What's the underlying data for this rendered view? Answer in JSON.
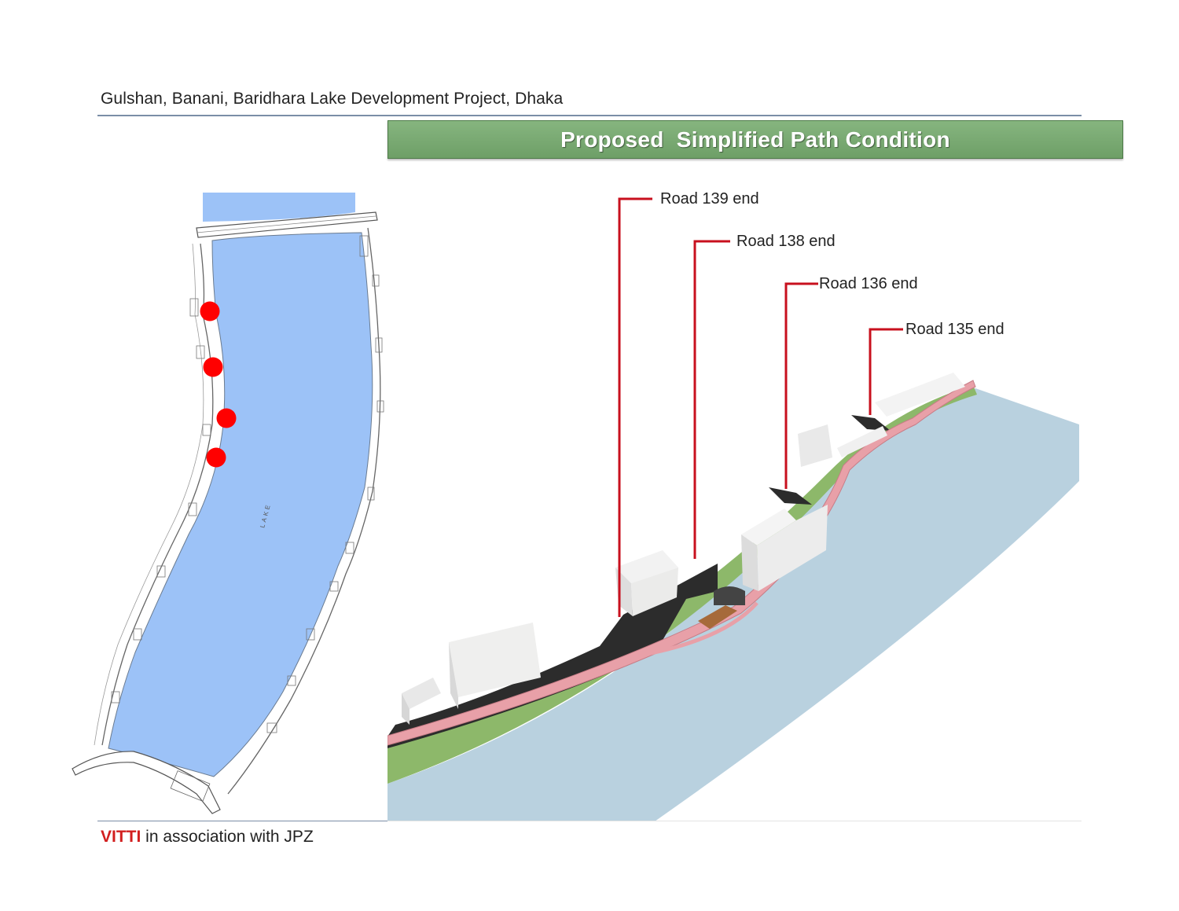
{
  "header": {
    "project_title": "Gulshan, Banani, Baridhara Lake Development Project, Dhaka",
    "banner_title": "Proposed  Simplified Path Condition"
  },
  "map": {
    "lake_label": "LAKE",
    "lake_color": "#9cc2f7",
    "marker_color": "#ff0000",
    "marker_count": 4
  },
  "callouts": [
    {
      "label": "Road 139 end"
    },
    {
      "label": "Road 138 end"
    },
    {
      "label": "Road 136 end"
    },
    {
      "label": "Road 135 end"
    }
  ],
  "colors": {
    "banner_green": "#77a970",
    "callout_red": "#c8101e",
    "path_pink": "#e8a0a8",
    "lawn_green": "#8db86a",
    "water_blue": "#b9d1df",
    "road_dark": "#2c2c2c"
  },
  "footer": {
    "brand": "VITTI",
    "text": " in association with JPZ"
  }
}
